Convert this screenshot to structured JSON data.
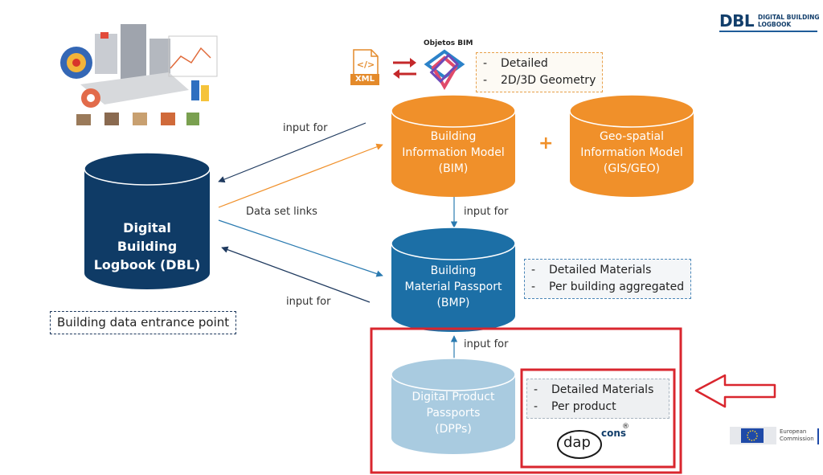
{
  "logo": {
    "abbr": "DBL",
    "line1": "DIGITAL BUILDING",
    "line2": "LOGBOOK"
  },
  "bim_objects_label": "Objetos BIM",
  "xml_label": "XML",
  "plus_sign": "+",
  "nodes": {
    "dbl": {
      "line1": "Digital",
      "line2": "Building",
      "line3": "Logbook (DBL)"
    },
    "bim": {
      "line1": "Building",
      "line2": "Information Model",
      "line3": "(BIM)"
    },
    "gis": {
      "line1": "Geo-spatial",
      "line2": "Information Model",
      "line3": "(GIS/GEO)"
    },
    "bmp": {
      "line1": "Building",
      "line2": "Material Passport",
      "line3": "(BMP)"
    },
    "dpp": {
      "line1": "Digital Product",
      "line2": "Passports",
      "line3": "(DPPs)"
    }
  },
  "edge_labels": {
    "bim_to_dbl": "input for",
    "data_set_links": "Data set links",
    "bmp_to_dbl": "input for",
    "bim_to_bmp": "input for",
    "dpp_to_bmp": "input for"
  },
  "boxes": {
    "bim_details": {
      "dash": "-",
      "items": [
        "Detailed",
        "2D/3D Geometry"
      ]
    },
    "bmp_details": {
      "dash": "-",
      "items": [
        "Detailed Materials",
        "Per building aggregated"
      ]
    },
    "dpp_details": {
      "dash": "-",
      "items": [
        "Detailed Materials",
        "Per product"
      ]
    }
  },
  "entrance_point": "Building data entrance point",
  "dapcons": {
    "text_dap": "dap",
    "text_cons": "cons",
    "reg": "®"
  },
  "eu": {
    "line1": "European",
    "line2": "Commission"
  },
  "colors": {
    "dbl_navy": "#0f3b66",
    "bim_orange": "#f0902a",
    "bmp_blue": "#1c6fa6",
    "dpp_light": "#a9cbe0",
    "highlight_red": "#d9262e"
  }
}
